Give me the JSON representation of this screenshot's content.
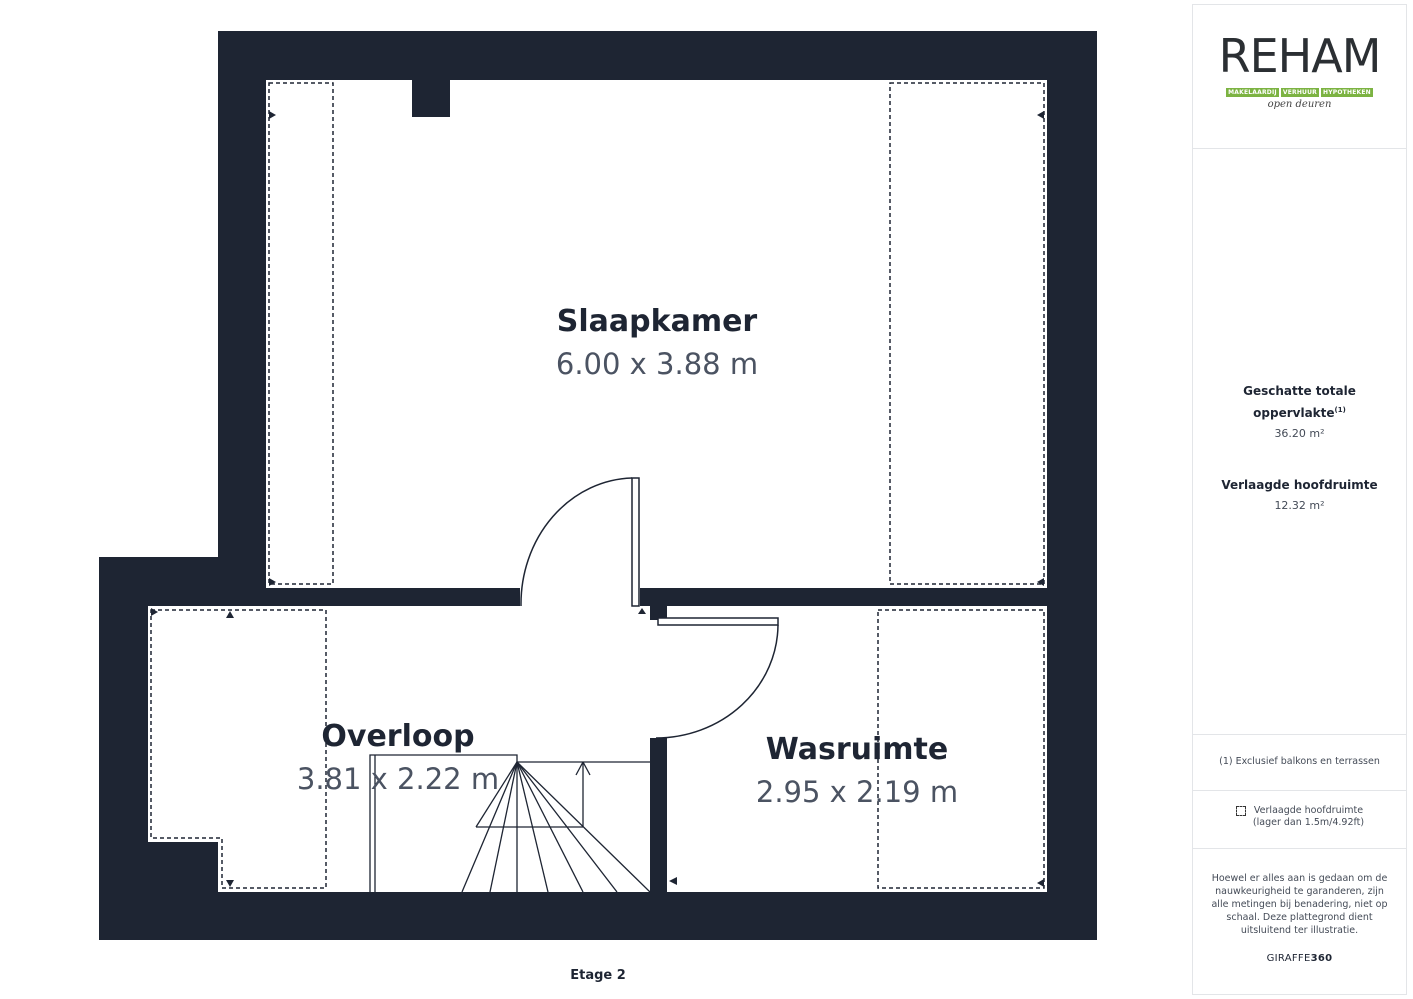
{
  "floor_label": "Etage 2",
  "rooms": [
    {
      "name": "Slaapkamer",
      "dimensions": "6.00 x 3.88 m"
    },
    {
      "name": "Overloop",
      "dimensions": "3.81 x 2.22 m"
    },
    {
      "name": "Wasruimte",
      "dimensions": "2.95 x 2.19 m"
    }
  ],
  "colors": {
    "wall": "#1e2533",
    "brand_green": "#7cb342",
    "dim_text": "#4b5362"
  },
  "sidebar": {
    "logo": {
      "word": "REHAM",
      "strip": [
        "MAKELAARDIJ",
        "VERHUUR",
        "HYPOTHEKEN"
      ],
      "tagline": "open deuren"
    },
    "total_area_title": "Geschatte totale oppervlakte",
    "total_area_note": "(1)",
    "total_area_value": "36.20 m²",
    "reduced_height_title": "Verlaagde hoofdruimte",
    "reduced_height_value": "12.32 m²",
    "footnote": "(1) Exclusief balkons en terrassen",
    "legend_label": "Verlaagde hoofdruimte",
    "legend_sub": "(lager dan 1.5m/4.92ft)",
    "disclaimer": "Hoewel er alles aan is gedaan om de nauwkeurigheid te garanderen, zijn alle metingen bij benadering, niet op schaal. Deze plattegrond dient uitsluitend ter illustratie.",
    "brand_prefix": "GIRAFFE",
    "brand_suffix": "360"
  }
}
